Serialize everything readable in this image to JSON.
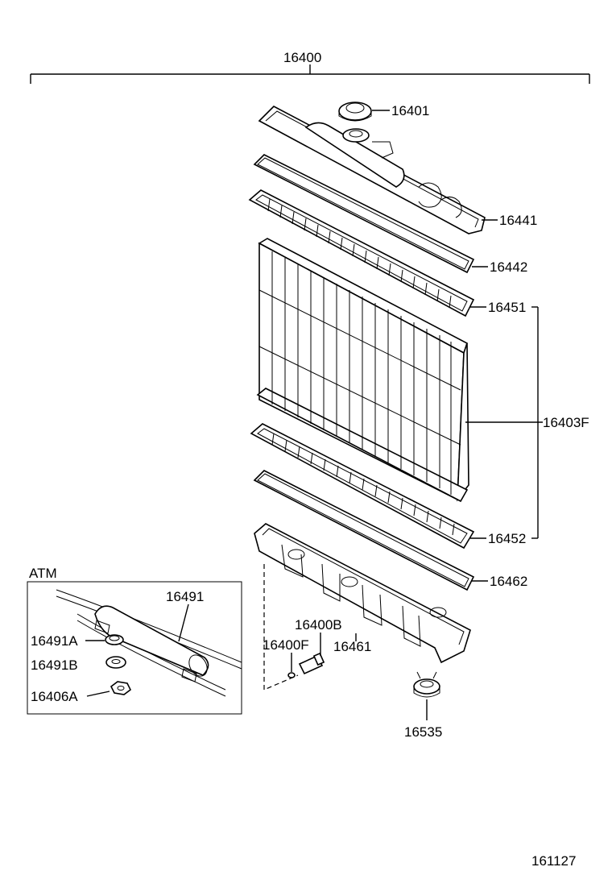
{
  "diagram": {
    "main_assembly": "16400",
    "box_title": "ATM",
    "figure_number": "161127",
    "labels": {
      "radiator_cap": "16401",
      "upper_tank": "16441",
      "upper_gasket": "16442",
      "upper_core_plate": "16451",
      "core_assembly": "16403F",
      "lower_core_plate": "16452",
      "lower_gasket": "16462",
      "lower_tank": "16461",
      "drain_cock_plug": "16400B",
      "drain_cock_oring": "16400F",
      "filler_neck": "16535",
      "pipe": "16491",
      "clamp_a": "16491A",
      "clamp_b": "16491B",
      "grommet": "16406A"
    }
  }
}
